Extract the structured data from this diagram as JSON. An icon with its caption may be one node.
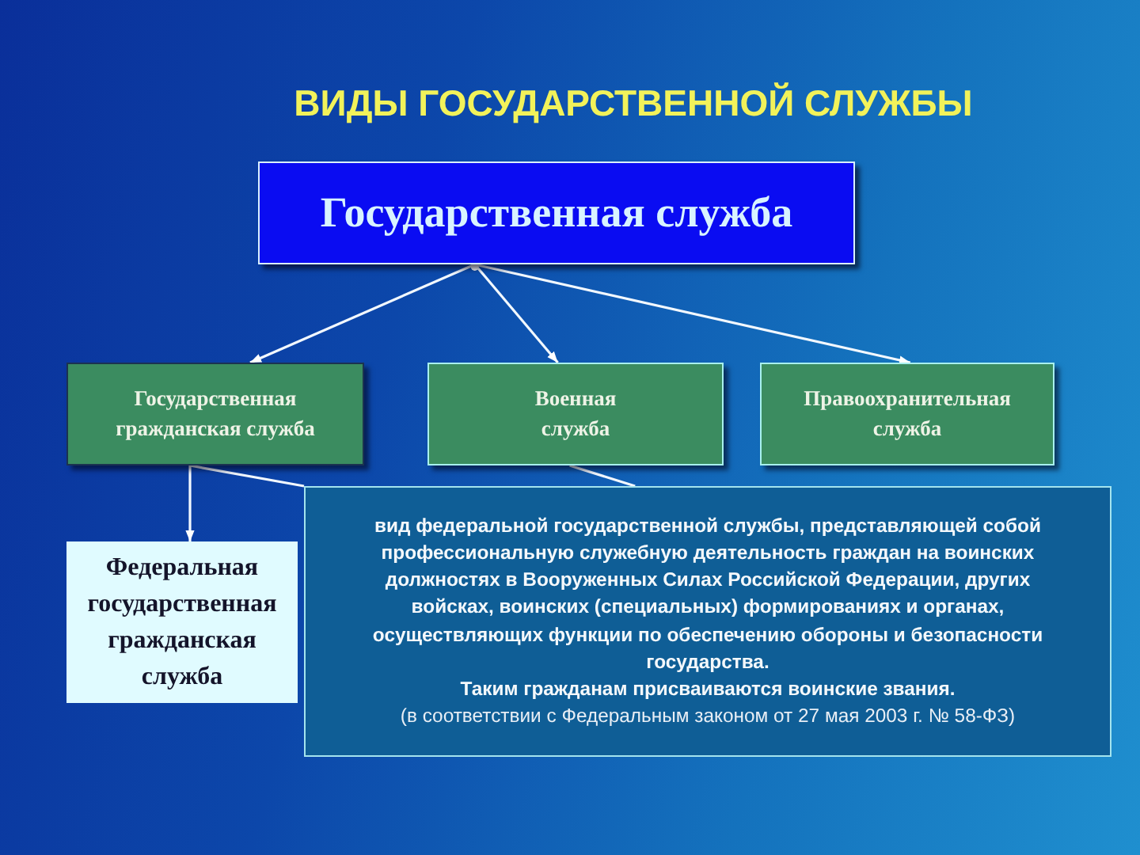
{
  "diagram": {
    "title": "ВИДЫ ГОСУДАРСТВЕННОЙ СЛУЖБЫ",
    "nodes": [
      {
        "text": [
          "Государственная служба"
        ]
      },
      {
        "text": [
          "Государственная гражданская служба"
        ]
      },
      {
        "text": [
          "Военная служба"
        ]
      },
      {
        "text": [
          "Правоохранительная служба"
        ]
      },
      {
        "text": [
          "Федеральная государственная гражданская служба"
        ]
      },
      {
        "text": [
          "вид федеральной государственной службы, представляющей собой профессиональную служебную деятельность граждан на воинских должностях в Вооруженных Силах Российской Федерации, других войсках, воинских (специальных) формированиях и органах, осуществляющих функции по обеспечению обороны и безопасности государства.",
          "Таким гражданам присваиваются воинские звания.",
          "(в соответствии с Федеральным законом от 27 мая 2003 г. № 58-ФЗ)"
        ]
      }
    ],
    "edges": [
      {
        "from": 0,
        "to": 1,
        "arrow": "to"
      },
      {
        "from": 0,
        "to": 2,
        "arrow": "to"
      },
      {
        "from": 0,
        "to": 3,
        "arrow": "to"
      },
      {
        "from": 1,
        "to": 4,
        "arrow": "to"
      },
      {
        "from": 1,
        "to": 5,
        "arrow": "none"
      },
      {
        "from": 5,
        "to": 2,
        "arrow": "none"
      }
    ]
  }
}
